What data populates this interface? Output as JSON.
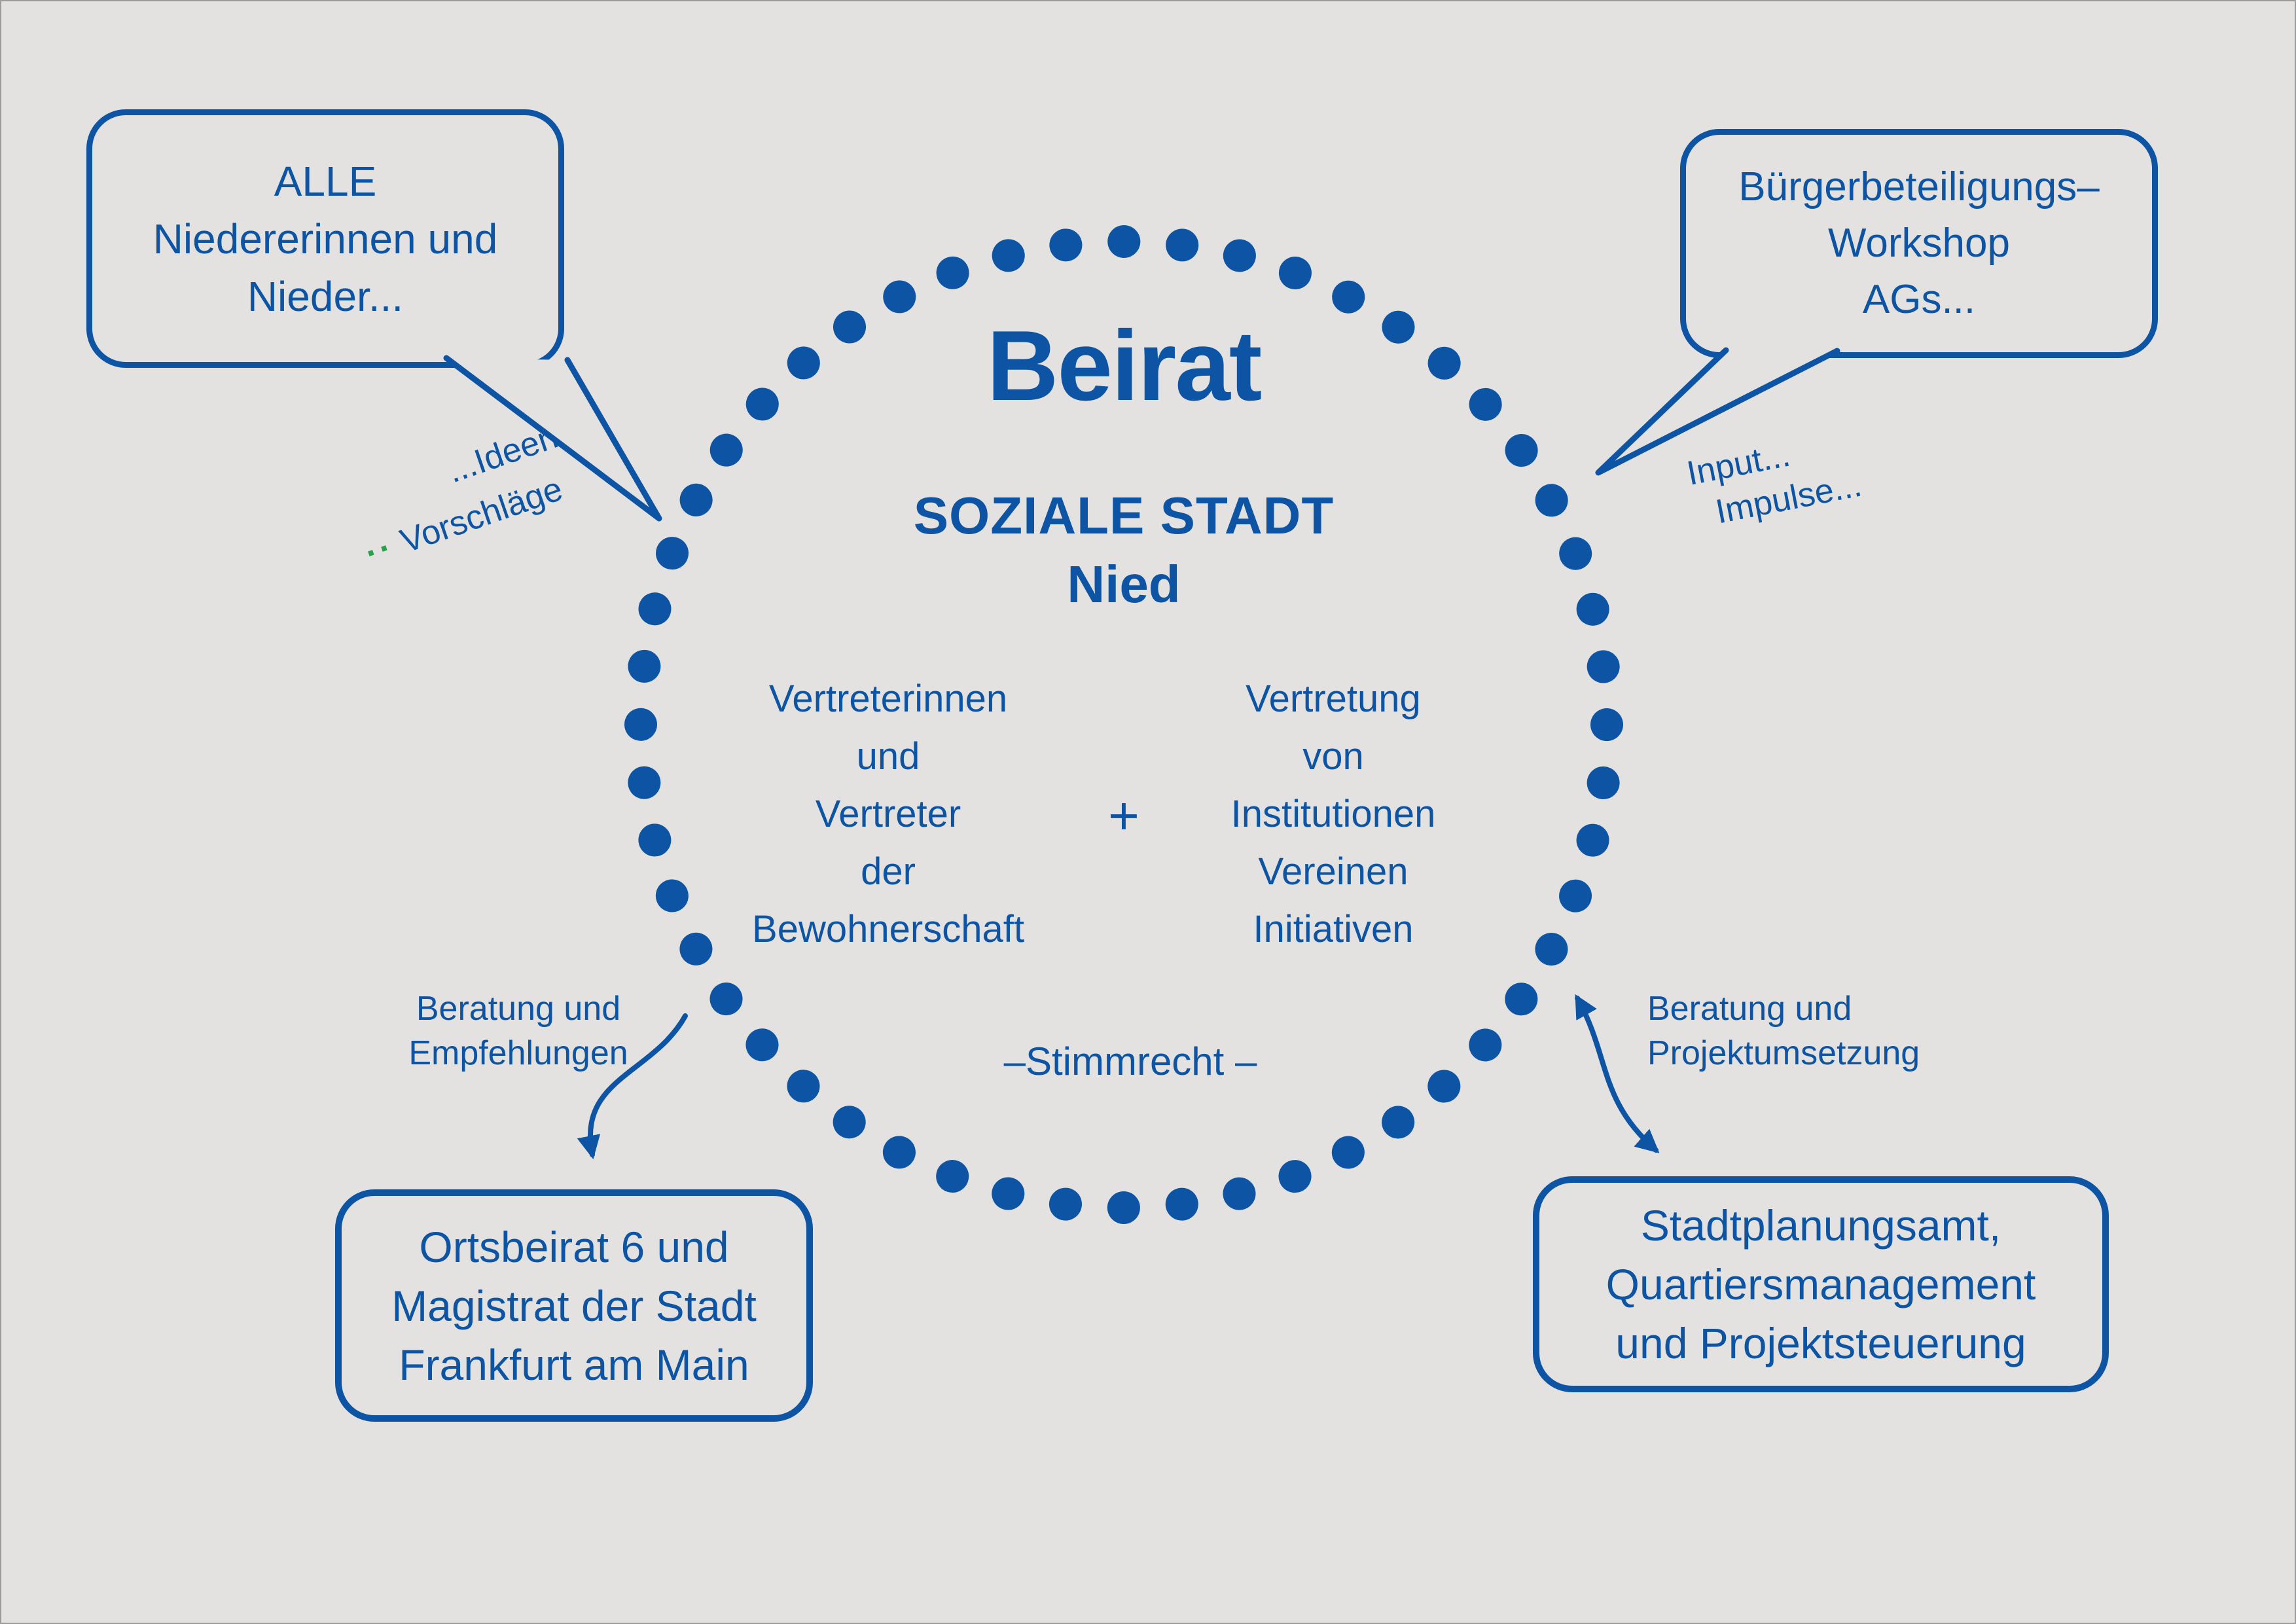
{
  "colors": {
    "blue": "#0d55a4",
    "bg": "#e3e2e1",
    "green": "#27a24a"
  },
  "circle": {
    "title": "Beirat",
    "subtitle1": "SOZIALE STADT",
    "subtitle2": "Nied",
    "left_column": {
      "lines": [
        "Vertreterinnen",
        "und",
        "Vertreter",
        "der",
        "Bewohnerschaft"
      ]
    },
    "plus": "+",
    "right_column": {
      "lines": [
        "Vertretung",
        "von",
        "Institutionen",
        "Vereinen",
        "Initiativen"
      ]
    },
    "bottom_note": "–Stimmrecht –"
  },
  "bubbles": {
    "top_left": {
      "lines": [
        "ALLE",
        "Niedererinnen und",
        "Nieder..."
      ]
    },
    "top_right": {
      "lines": [
        "Bürgerbeteiligungs–",
        "Workshop",
        "AGs..."
      ]
    },
    "bottom_left": {
      "lines": [
        "Ortsbeirat 6 und",
        "Magistrat der Stadt",
        "Frankfurt am Main"
      ]
    },
    "bottom_right": {
      "lines": [
        "Stadtplanungsamt,",
        "Quartiersmanagement",
        "und Projektsteuerung"
      ]
    }
  },
  "annotations": {
    "ideas": {
      "lines": [
        "...Ideen",
        "Vorschläge"
      ],
      "green_mark": "··"
    },
    "input": {
      "lines": [
        "Input...",
        "Impulse..."
      ]
    },
    "beratung_left": {
      "lines": [
        "Beratung und",
        "Empfehlungen"
      ]
    },
    "beratung_right": {
      "lines": [
        "Beratung und",
        "Projektumsetzung"
      ]
    }
  }
}
